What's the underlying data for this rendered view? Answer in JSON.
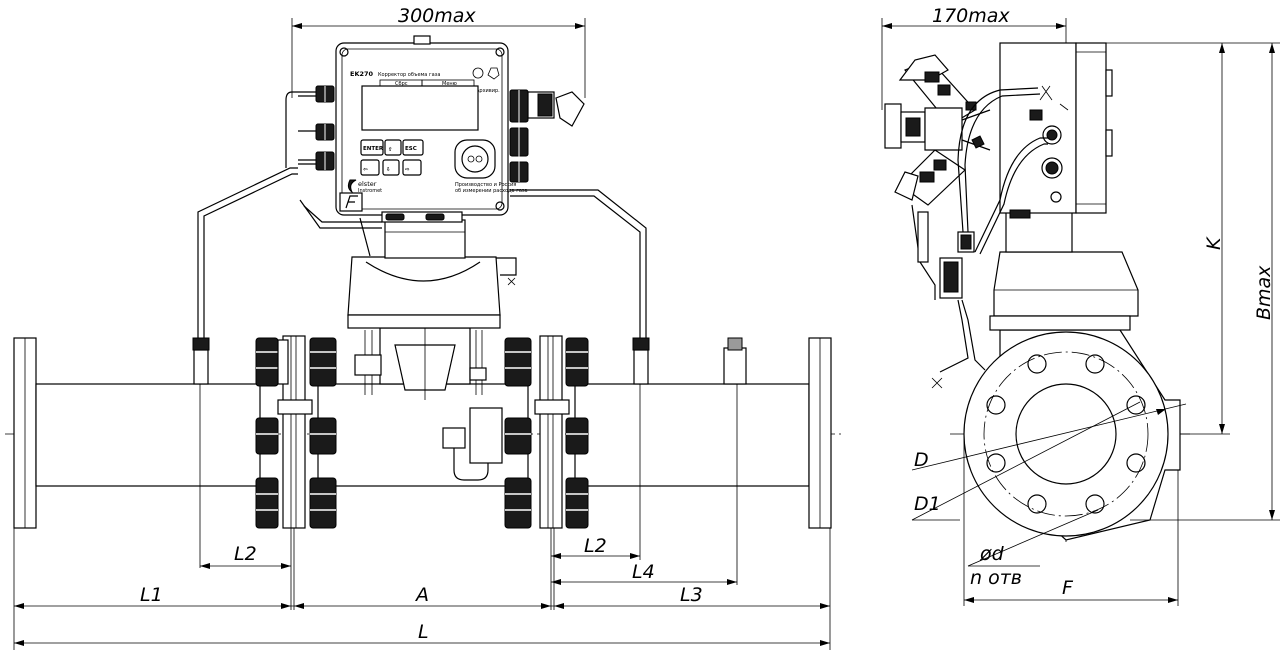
{
  "dimensions": {
    "front_width": "300max",
    "side_width": "170max",
    "L": "L",
    "L1": "L1",
    "L2_left": "L2",
    "L2_right": "L2",
    "L3": "L3",
    "L4": "L4",
    "A": "A",
    "K": "K",
    "Bmax": "Bmax",
    "D": "D",
    "D1": "D1",
    "hole_diameter": "ød",
    "hole_count": "n  отв",
    "F": "F"
  },
  "corrector": {
    "model": "EK270",
    "subtitle": "Корректор объема газа",
    "tab_left": "Сбрс",
    "tab_right": "Меню",
    "archive_label": "Архивир.",
    "btn_enter": "ENTER",
    "btn_esc": "ESC",
    "btn_up": "⇧",
    "btn_down": "⇩",
    "btn_left": "⇦",
    "btn_right": "⇨",
    "brand": "elster",
    "brand_sub": "Instromet",
    "note_line1": "Производство и Россия",
    "note_line2": "об измерении расхода газа"
  }
}
